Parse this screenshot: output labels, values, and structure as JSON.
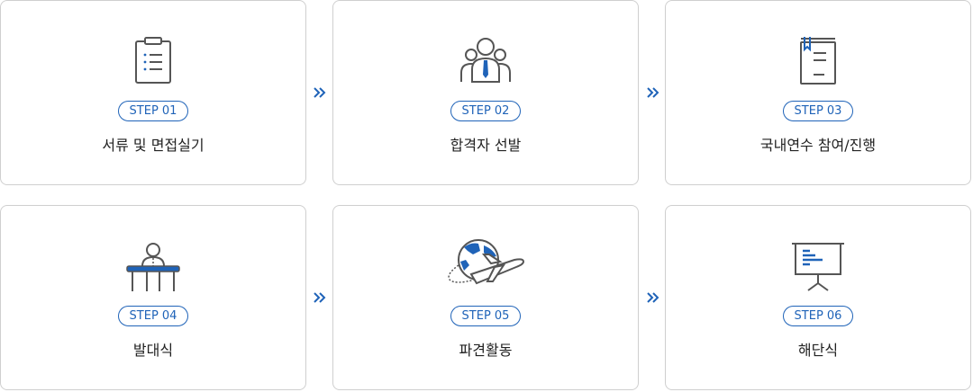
{
  "colors": {
    "accent": "#1f63b8",
    "border": "#cfcfcf",
    "icon_stroke": "#555555"
  },
  "steps": [
    {
      "badge": "STEP 01",
      "label": "서류 및 면접실기",
      "icon": "clipboard-icon"
    },
    {
      "badge": "STEP 02",
      "label": "합격자 선발",
      "icon": "people-icon"
    },
    {
      "badge": "STEP 03",
      "label": "국내연수 참여/진행",
      "icon": "book-icon"
    },
    {
      "badge": "STEP 04",
      "label": "발대식",
      "icon": "speaker-podium-icon"
    },
    {
      "badge": "STEP 05",
      "label": "파견활동",
      "icon": "globe-airplane-icon"
    },
    {
      "badge": "STEP 06",
      "label": "해단식",
      "icon": "presentation-board-icon"
    }
  ],
  "arrow_icon": "double-chevron-right-icon"
}
